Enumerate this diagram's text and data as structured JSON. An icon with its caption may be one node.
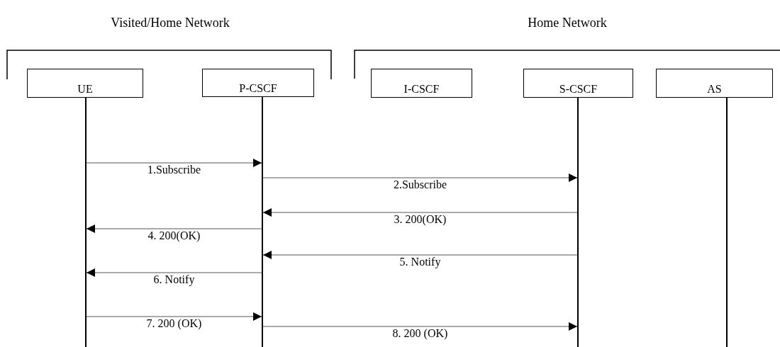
{
  "diagram": {
    "nodes": [
      {
        "text": [
          "UE"
        ]
      },
      {
        "text": [
          "P-CSCF"
        ]
      },
      {
        "text": [
          "I-CSCF"
        ]
      },
      {
        "text": [
          "S-CSCF"
        ]
      },
      {
        "text": [
          "AS"
        ]
      },
      {
        "text": [],
        "shape": "line"
      },
      {
        "text": [],
        "shape": "line"
      },
      {
        "text": [],
        "shape": "line"
      },
      {
        "text": [],
        "shape": "line"
      }
    ],
    "edges": [
      {
        "from": 5,
        "to": 6,
        "arrow": "to",
        "label": "1.Subscribe"
      },
      {
        "from": 6,
        "to": 7,
        "arrow": "to",
        "label": "2.Subscribe"
      },
      {
        "from": 7,
        "to": 6,
        "arrow": "to",
        "label": "3. 200(OK)"
      },
      {
        "from": 6,
        "to": 5,
        "arrow": "to",
        "label": "4. 200(OK)"
      },
      {
        "from": 7,
        "to": 6,
        "arrow": "to",
        "label": "5. Notify"
      },
      {
        "from": 6,
        "to": 5,
        "arrow": "to",
        "label": "6. Notify"
      },
      {
        "from": 5,
        "to": 6,
        "arrow": "to",
        "label": "7. 200 (OK)"
      },
      {
        "from": 6,
        "to": 7,
        "arrow": "to",
        "label": "8. 200 (OK)"
      }
    ],
    "labels": [
      "Visited/Home Network",
      "Home Network"
    ]
  }
}
